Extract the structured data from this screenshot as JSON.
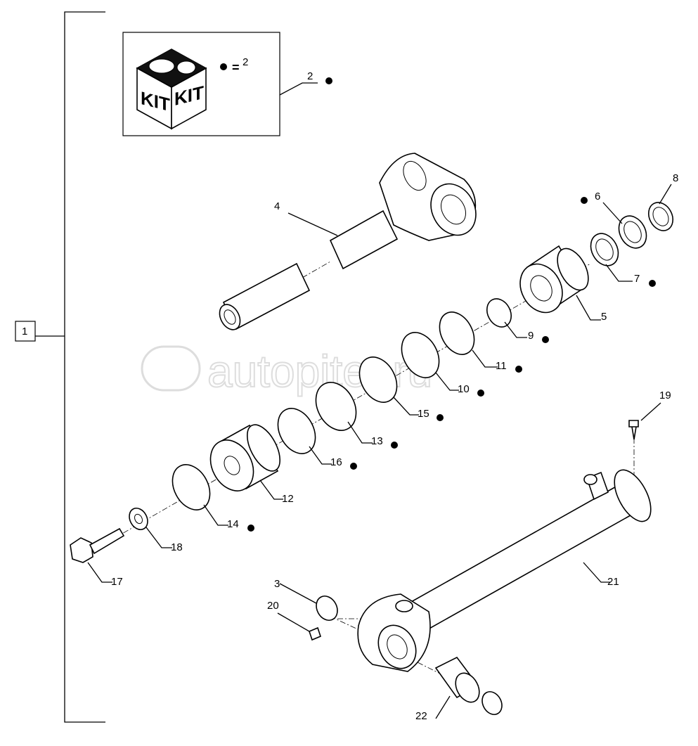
{
  "diagram": {
    "assembly_label": "1",
    "kit_box": {
      "kit_text_left": "KIT",
      "kit_text_right": "KIT",
      "legend_equals": "=",
      "legend_value": "2"
    },
    "watermark": "autopiter.ru",
    "callouts": [
      {
        "id": "2",
        "kit_part": true
      },
      {
        "id": "3",
        "kit_part": false
      },
      {
        "id": "4",
        "kit_part": false
      },
      {
        "id": "5",
        "kit_part": false
      },
      {
        "id": "6",
        "kit_part": true
      },
      {
        "id": "7",
        "kit_part": true
      },
      {
        "id": "8",
        "kit_part": false
      },
      {
        "id": "9",
        "kit_part": true
      },
      {
        "id": "10",
        "kit_part": true
      },
      {
        "id": "11",
        "kit_part": true
      },
      {
        "id": "12",
        "kit_part": false
      },
      {
        "id": "13",
        "kit_part": true
      },
      {
        "id": "14",
        "kit_part": true
      },
      {
        "id": "15",
        "kit_part": true
      },
      {
        "id": "16",
        "kit_part": true
      },
      {
        "id": "17",
        "kit_part": false
      },
      {
        "id": "18",
        "kit_part": false
      },
      {
        "id": "19",
        "kit_part": false
      },
      {
        "id": "20",
        "kit_part": false
      },
      {
        "id": "21",
        "kit_part": false
      },
      {
        "id": "22",
        "kit_part": false
      }
    ]
  }
}
